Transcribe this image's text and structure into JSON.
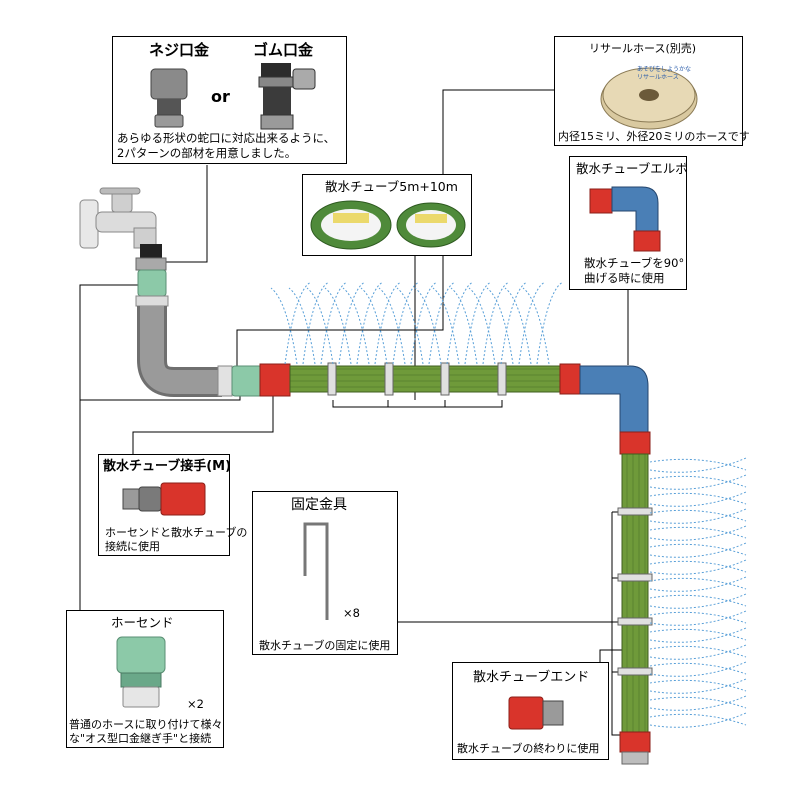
{
  "faucet_adapters": {
    "screw_title": "ネジ口金",
    "rubber_title": "ゴム口金",
    "or": "or",
    "caption_line1": "あらゆる形状の蛇口に対応出来るように、",
    "caption_line2": "2パターンの部材を用意しました。"
  },
  "recycled_hose": {
    "title": "リサールホース(別売)",
    "caption": "内径15ミリ、外径20ミリのホースです",
    "label_1": "あそびをしようかな",
    "label_2": "リサールホース"
  },
  "tube": {
    "title": "散水チューブ5m+10m"
  },
  "elbow": {
    "title": "散水チューブエルボ",
    "caption_line1": "散水チューブを90°",
    "caption_line2": "曲げる時に使用"
  },
  "joint": {
    "title": "散水チューブ接手(M)",
    "caption_line1": "ホーセンドと散水チューブの",
    "caption_line2": "接続に使用"
  },
  "stake": {
    "title": "固定金具",
    "qty": "×8",
    "caption": "散水チューブの固定に使用"
  },
  "hosend": {
    "title": "ホーセンド",
    "qty": "×2",
    "caption_line1": "普通のホースに取り付けて様々",
    "caption_line2": "な\"オス型口金継ぎ手\"と接続"
  },
  "end_cap": {
    "title": "散水チューブエンド",
    "caption": "散水チューブの終わりに使用"
  },
  "colors": {
    "tube_green": "#6f9a3a",
    "connector_red": "#d9342b",
    "elbow_blue": "#4a7fb6",
    "hosend_teal": "#8cc9a8",
    "spray_blue": "#5aa0d8",
    "hose_gray": "#8e8e8e"
  }
}
